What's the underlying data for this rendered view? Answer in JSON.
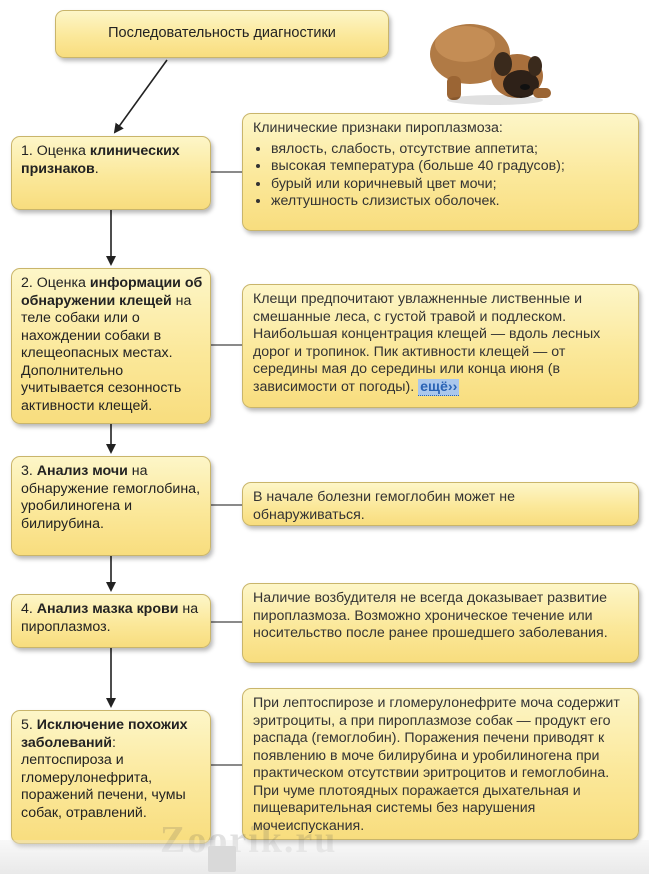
{
  "title": "Последовательность диагностики",
  "steps": [
    {
      "prefix": "1. Оценка ",
      "bold": "клинических признаков",
      "suffix": ".",
      "info_intro": "Клинические признаки пироплазмоза:",
      "info_items": [
        "вялость, слабость, отсутствие аппетита;",
        "высокая температура (больше 40 градусов);",
        "бурый или коричневый цвет мочи;",
        "желтушность слизистых оболочек."
      ]
    },
    {
      "prefix": "2. Оценка ",
      "bold": "информации об обнаружении клещей",
      "suffix": " на теле собаки или о нахождении собаки в клещеопасных местах. Дополнительно учитывается сезонность активности клещей.",
      "info_text": "Клещи предпочитают увлажненные лиственные и смешанные леса, с густой травой и подлеском. Наибольшая концентрация клещей — вдоль лесных дорог и тропинок. Пик активности клещей — от середины мая до середины или конца июня (в зависимости от погоды).",
      "info_link": "ещё››"
    },
    {
      "prefix": "3. ",
      "bold": "Анализ мочи",
      "suffix": " на обнаружение гемоглобина, уробилиногена и билирубина.",
      "info_text": "В начале болезни гемоглобин может не обнаруживаться."
    },
    {
      "prefix": "4. ",
      "bold": "Анализ мазка крови",
      "suffix": " на пироплазмоз.",
      "info_text": "Наличие возбудителя не всегда доказывает развитие пироплазмоза. Возможно хроническое течение или носительство после ранее прошедшего заболевания."
    },
    {
      "prefix": "5. ",
      "bold": "Исключение похожих заболеваний",
      "suffix": ": лептоспироза и гломерулонефрита, поражений печени, чумы собак, отравлений.",
      "info_text": "При лептоспирозе и гломерулонефрите моча содержит эритроциты, а при пироплазмозе собак — продукт его распада (гемоглобин). Поражения печени приводят к появлению в моче билирубина и уробилиногена при практическом отсутствии эритроцитов и гемоглобина. При чуме плотоядных поражается дыхательная и пищеварительная системы без нарушения мочеиспускания."
    }
  ],
  "colors": {
    "box_fill": "#fbe89a",
    "box_border": "#c9b56b",
    "link": "#2a63b5"
  },
  "icons": [
    "dog-image"
  ],
  "watermark": "Zoorik.ru"
}
